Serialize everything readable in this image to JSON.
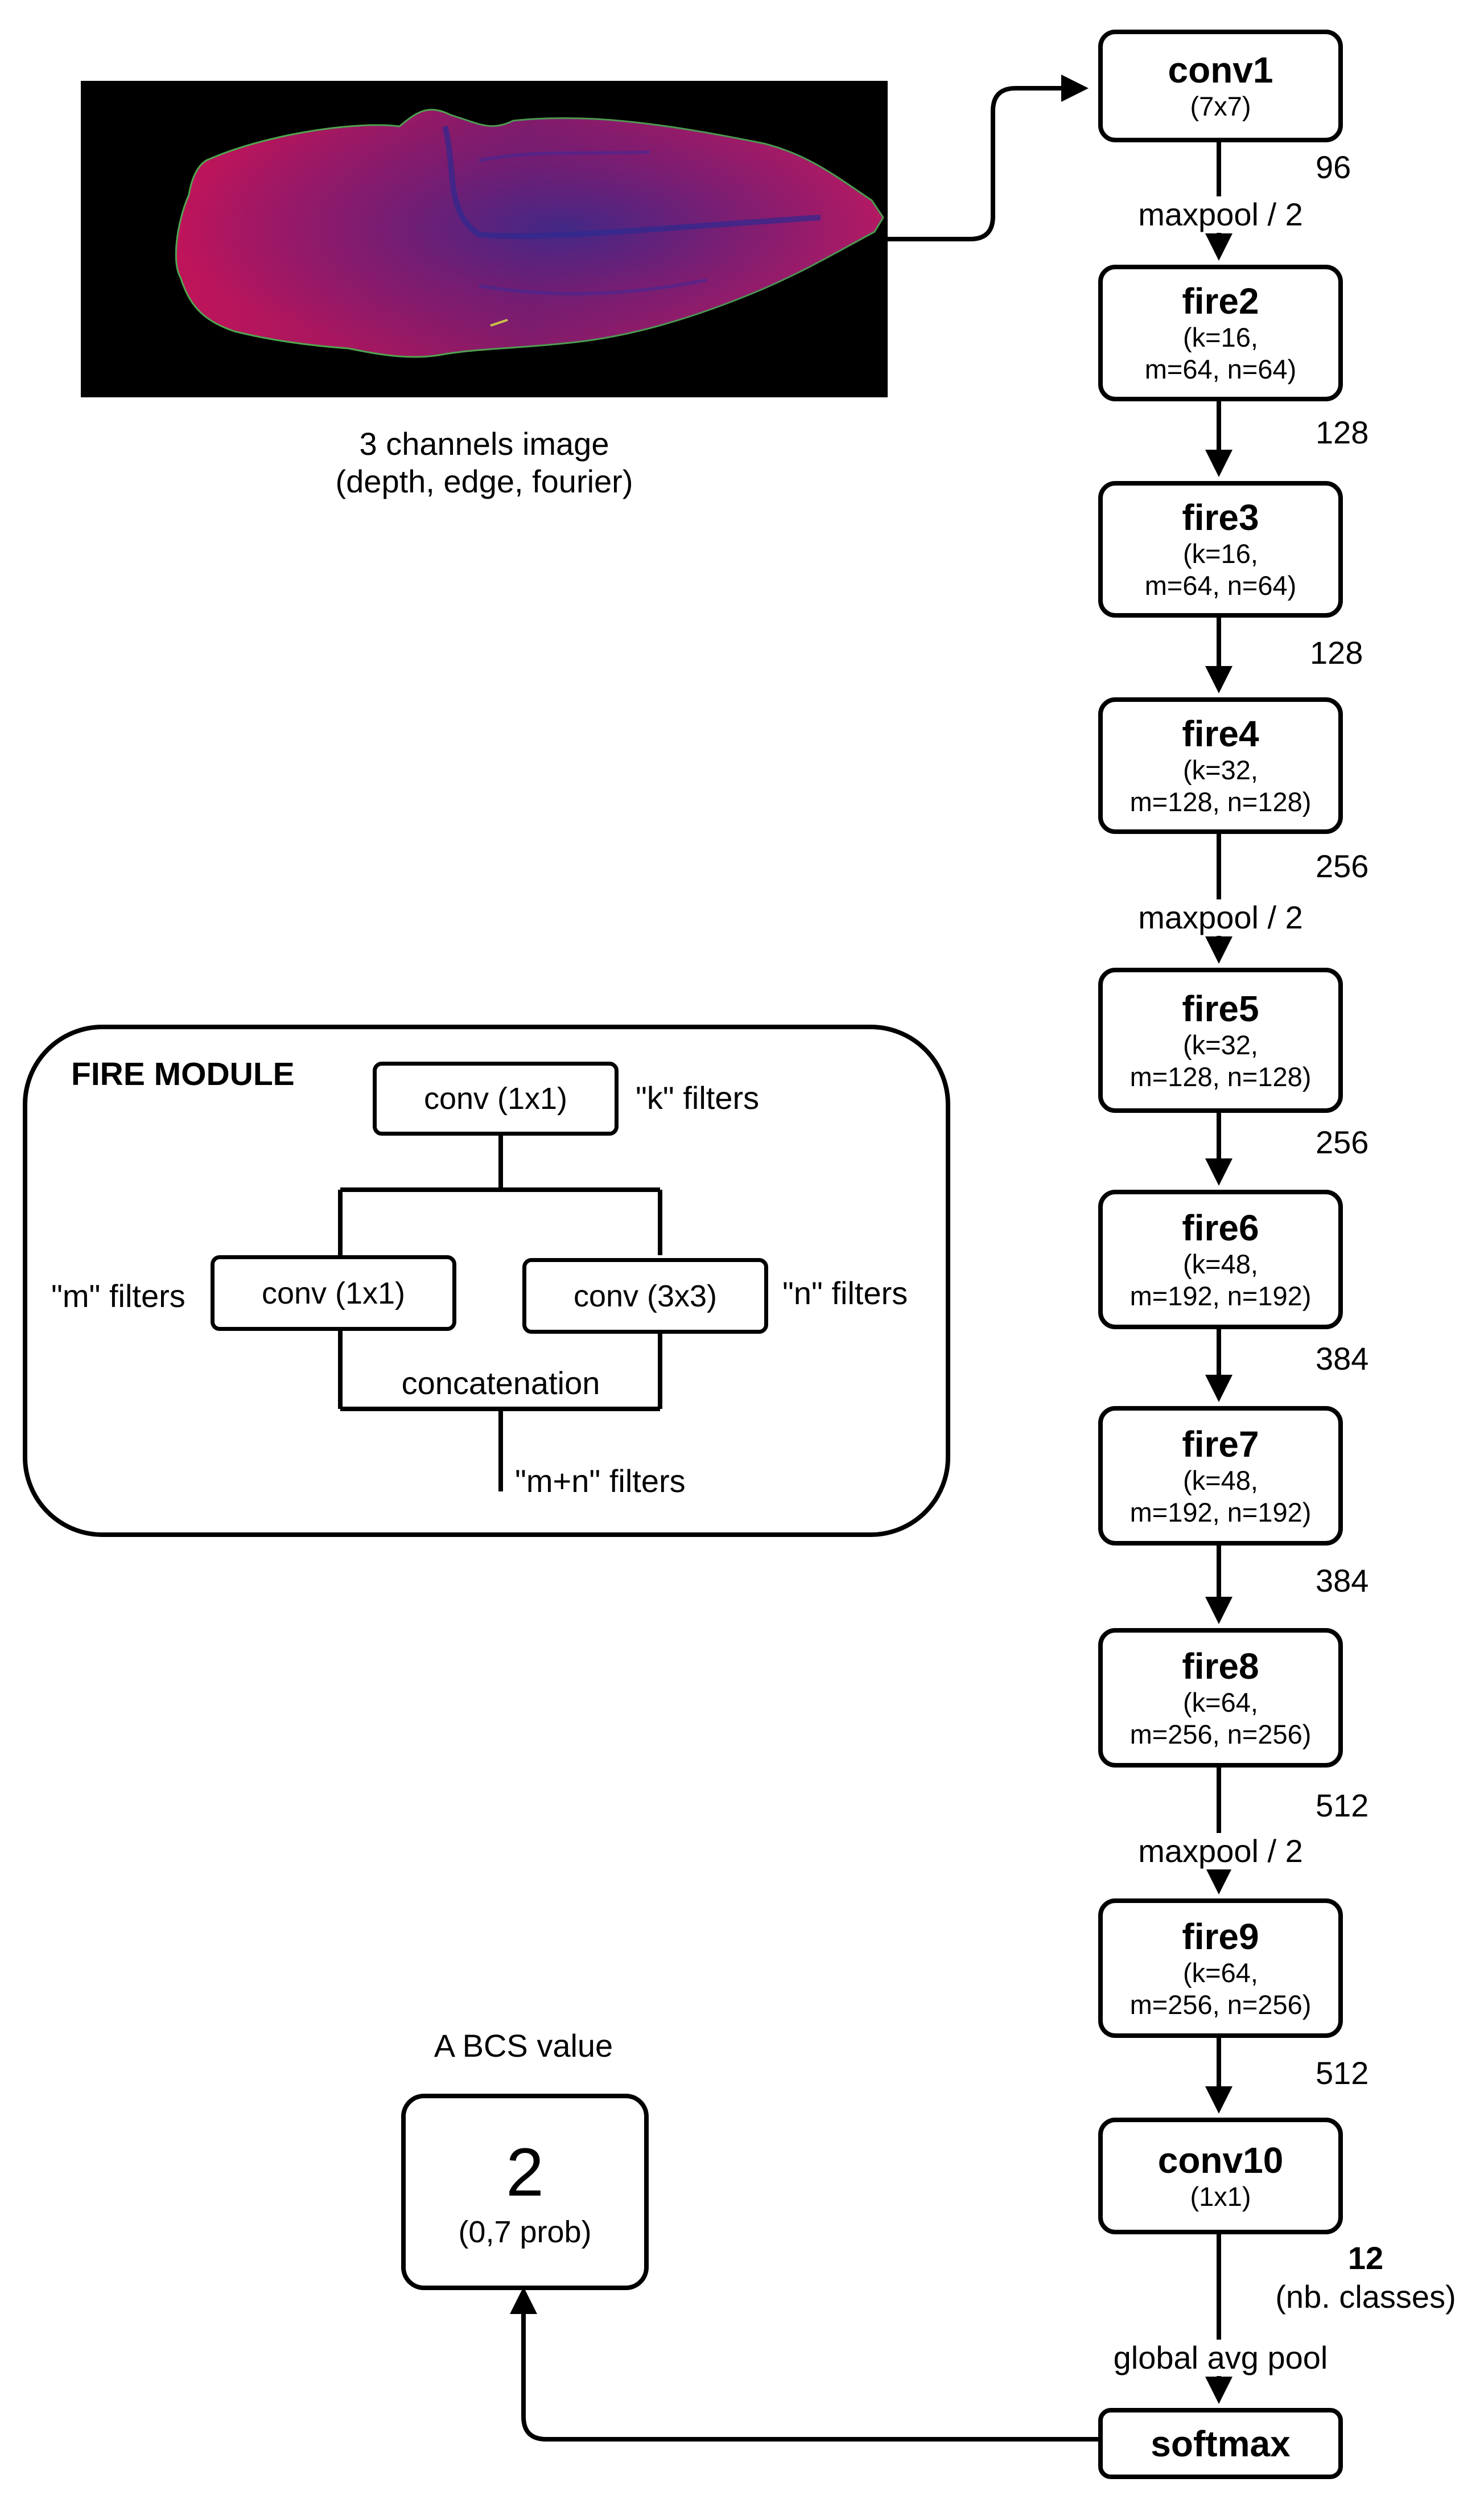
{
  "input": {
    "caption_line1": "3 channels image",
    "caption_line2": "(depth, edge, fourier)"
  },
  "layers": [
    {
      "name": "conv1",
      "params": [
        "(7x7)"
      ]
    },
    {
      "name": "fire2",
      "params": [
        "(k=16,",
        "m=64, n=64)"
      ]
    },
    {
      "name": "fire3",
      "params": [
        "(k=16,",
        "m=64, n=64)"
      ]
    },
    {
      "name": "fire4",
      "params": [
        "(k=32,",
        "m=128, n=128)"
      ]
    },
    {
      "name": "fire5",
      "params": [
        "(k=32,",
        "m=128, n=128)"
      ]
    },
    {
      "name": "fire6",
      "params": [
        "(k=48,",
        "m=192, n=192)"
      ]
    },
    {
      "name": "fire7",
      "params": [
        "(k=48,",
        "m=192, n=192)"
      ]
    },
    {
      "name": "fire8",
      "params": [
        "(k=64,",
        "m=256, n=256)"
      ]
    },
    {
      "name": "fire9",
      "params": [
        "(k=64,",
        "m=256, n=256)"
      ]
    },
    {
      "name": "conv10",
      "params": [
        "(1x1)"
      ]
    },
    {
      "name": "softmax",
      "params": []
    }
  ],
  "channel_counts": [
    "96",
    "128",
    "128",
    "256",
    "256",
    "384",
    "384",
    "512",
    "512"
  ],
  "final_count": {
    "value": "12",
    "note": "(nb. classes)"
  },
  "operations": {
    "maxpool": "maxpool / 2",
    "global_avg_pool": "global avg pool"
  },
  "fire_module": {
    "title": "FIRE MODULE",
    "squeeze": "conv (1x1)",
    "k_label": "\"k\" filters",
    "expand_1x1": "conv (1x1)",
    "expand_3x3": "conv (3x3)",
    "m_label": "\"m\" filters",
    "n_label": "\"n\" filters",
    "concat": "concatenation",
    "out_label": "\"m+n\" filters"
  },
  "output": {
    "title": "A BCS value",
    "value": "2",
    "prob": "(0,7 prob)"
  }
}
